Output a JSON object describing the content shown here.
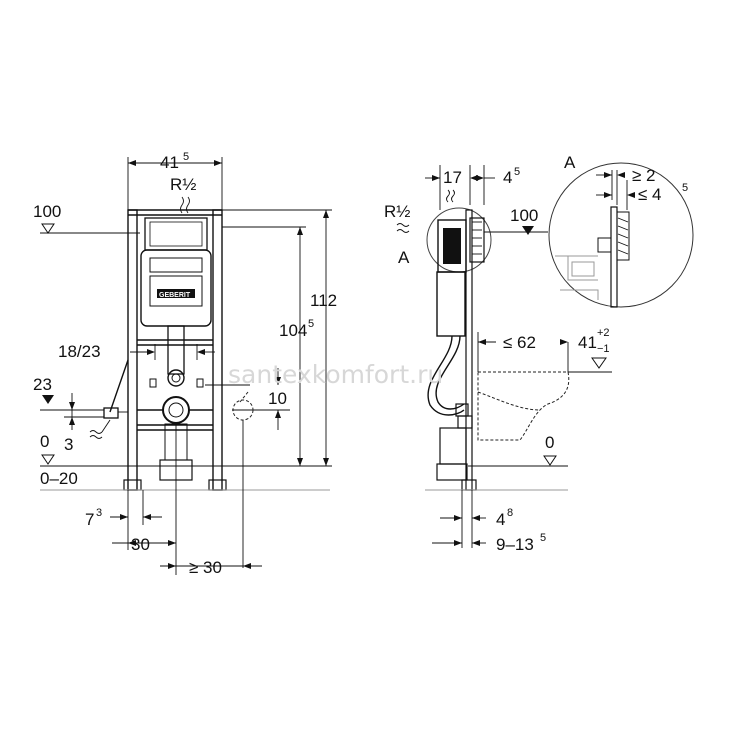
{
  "diagram": {
    "front_view": {
      "width_label": "41",
      "width_label_sup": "5",
      "water_connection": "R½",
      "level_top_left": "100",
      "level_23": "23",
      "dim_3": "3",
      "level_0": "0",
      "floor_range": "0–20",
      "dim_18_23": "18/23",
      "height_total": "112",
      "height_frame": "104",
      "height_frame_sup": "5",
      "dim_10": "10",
      "dim_7": "7",
      "dim_7_sup": "3",
      "dim_30": "30",
      "dim_min_30": "≥ 30",
      "brand": "GEBERIT"
    },
    "side_view": {
      "dim_17": "17",
      "dim_4_5": "4",
      "dim_4_5_sup": "5",
      "water_connection": "R½",
      "detail_marker": "A",
      "level_100": "100",
      "dim_max_62": "≤ 62",
      "dim_41": "41",
      "dim_41_tol_plus": "+2",
      "dim_41_tol_minus": "−1",
      "level_0": "0",
      "dim_4_8": "4",
      "dim_4_8_sup": "8",
      "dim_9_13": "9–13",
      "dim_9_13_sup": "5"
    },
    "detail_a": {
      "title": "A",
      "dim_min_2": "≥ 2",
      "dim_max_4_5": "≤ 4",
      "dim_max_4_5_sup": "5"
    },
    "watermark": "santexkomfort.ru"
  }
}
